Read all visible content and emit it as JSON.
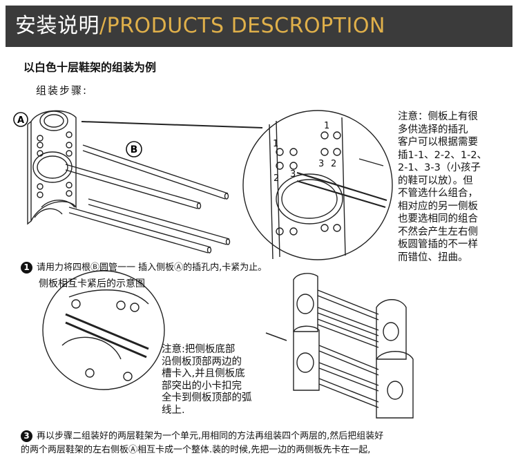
{
  "banner": {
    "title_cn": "安装说明",
    "title_en": "/PRODUCTS DESCROPTION"
  },
  "subheading": "以白色十层鞋架的组装为例",
  "steps_label": "组装步骤:",
  "figure_labels": {
    "a": "A",
    "b": "B",
    "hole_numbers": [
      "1",
      "1",
      "2",
      "3",
      "3",
      "2"
    ]
  },
  "note_1": [
    "注意：侧板上有很",
    "多供选择的插孔",
    "客户可以根据需要",
    "插1-1、2-2、1-2、",
    "2-1、3-3（小孩子",
    "的鞋可以放）。但",
    "不管选什么组合，",
    "相对应的另一侧板",
    "也要选相同的组合",
    "不然会产生左右侧",
    "板圆管插的不一样",
    "而错位、扭曲。"
  ],
  "step_1": {
    "bullet": "1",
    "text": "请用力将四根Ⓑ圆管一一 插入侧板Ⓐ的插孔内,卡紧为止。"
  },
  "caption_2": "侧板相互卡紧后的示意图",
  "note_2": [
    "注意:把侧板底部",
    "沿侧板顶部两边的",
    "槽卡入,并且侧板底",
    "部突出的小卡扣完",
    "全卡到侧板顶部的弧",
    "线上."
  ],
  "step_3": {
    "bullet": "3",
    "lines": [
      "再以步骤二组装好的两层鞋架为一个单元,用相同的方法再组装四个两层的,然后把组装好",
      "的两个两层鞋架的左右侧板Ⓐ相互卡成一个整体.装的时候,先把一边的两侧板先卡在一起,"
    ]
  },
  "colors": {
    "banner_bg": "#3b3b3b",
    "banner_en": "#e0b04a",
    "line": "#222222"
  }
}
